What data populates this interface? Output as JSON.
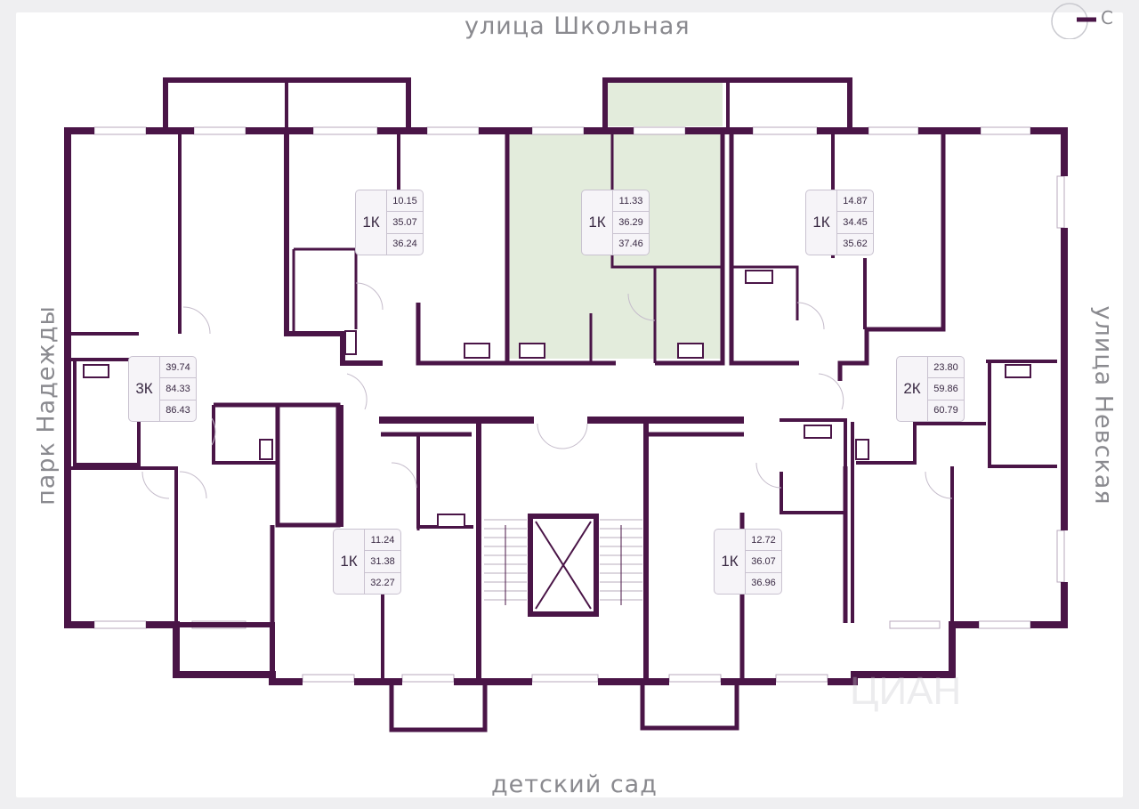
{
  "streets": {
    "top": "улица Школьная",
    "bottom": "детский сад",
    "left": "парк Надежды",
    "right": "улица Невская"
  },
  "compass": {
    "letter": "С"
  },
  "colors": {
    "wall": "#4a1547",
    "highlight": "#e3ecdc",
    "label_bg": "#f6f4f8"
  },
  "apartments": [
    {
      "rooms": "1К",
      "areas": [
        "10.15",
        "35.07",
        "36.24"
      ]
    },
    {
      "rooms": "1К",
      "areas": [
        "11.33",
        "36.29",
        "37.46"
      ],
      "highlighted": true
    },
    {
      "rooms": "1К",
      "areas": [
        "14.87",
        "34.45",
        "35.62"
      ]
    },
    {
      "rooms": "3К",
      "areas": [
        "39.74",
        "84.33",
        "86.43"
      ]
    },
    {
      "rooms": "2К",
      "areas": [
        "23.80",
        "59.86",
        "60.79"
      ]
    },
    {
      "rooms": "1К",
      "areas": [
        "11.24",
        "31.38",
        "32.27"
      ]
    },
    {
      "rooms": "1К",
      "areas": [
        "12.72",
        "36.07",
        "36.96"
      ]
    }
  ],
  "watermark": "ЦИАН"
}
